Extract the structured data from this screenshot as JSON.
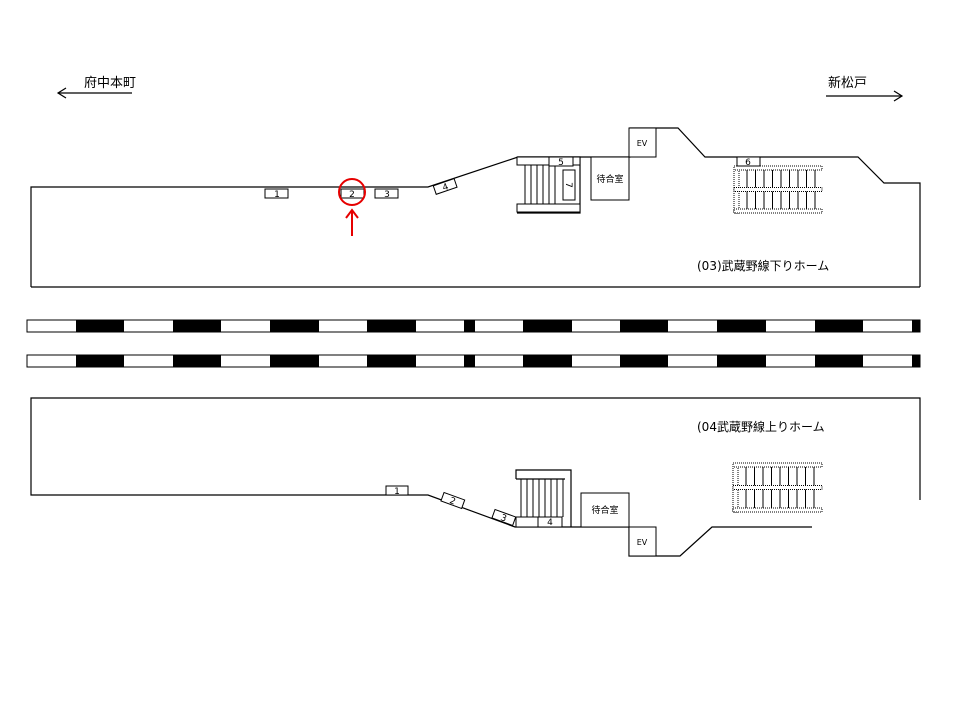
{
  "directions": {
    "left": "府中本町",
    "right": "新松戸"
  },
  "upper_platform": {
    "title": "(03)武蔵野線下りホーム",
    "ev": "EV",
    "waiting_room": "待合室",
    "cars": [
      "1",
      "2",
      "3",
      "4",
      "5",
      "6",
      "7"
    ],
    "marked_car": "2"
  },
  "lower_platform": {
    "title": "(04武蔵野線上りホーム",
    "ev": "EV",
    "waiting_room": "待合室",
    "cars": [
      "1",
      "2",
      "3",
      "4"
    ]
  },
  "colors": {
    "highlight": "#e60000"
  }
}
